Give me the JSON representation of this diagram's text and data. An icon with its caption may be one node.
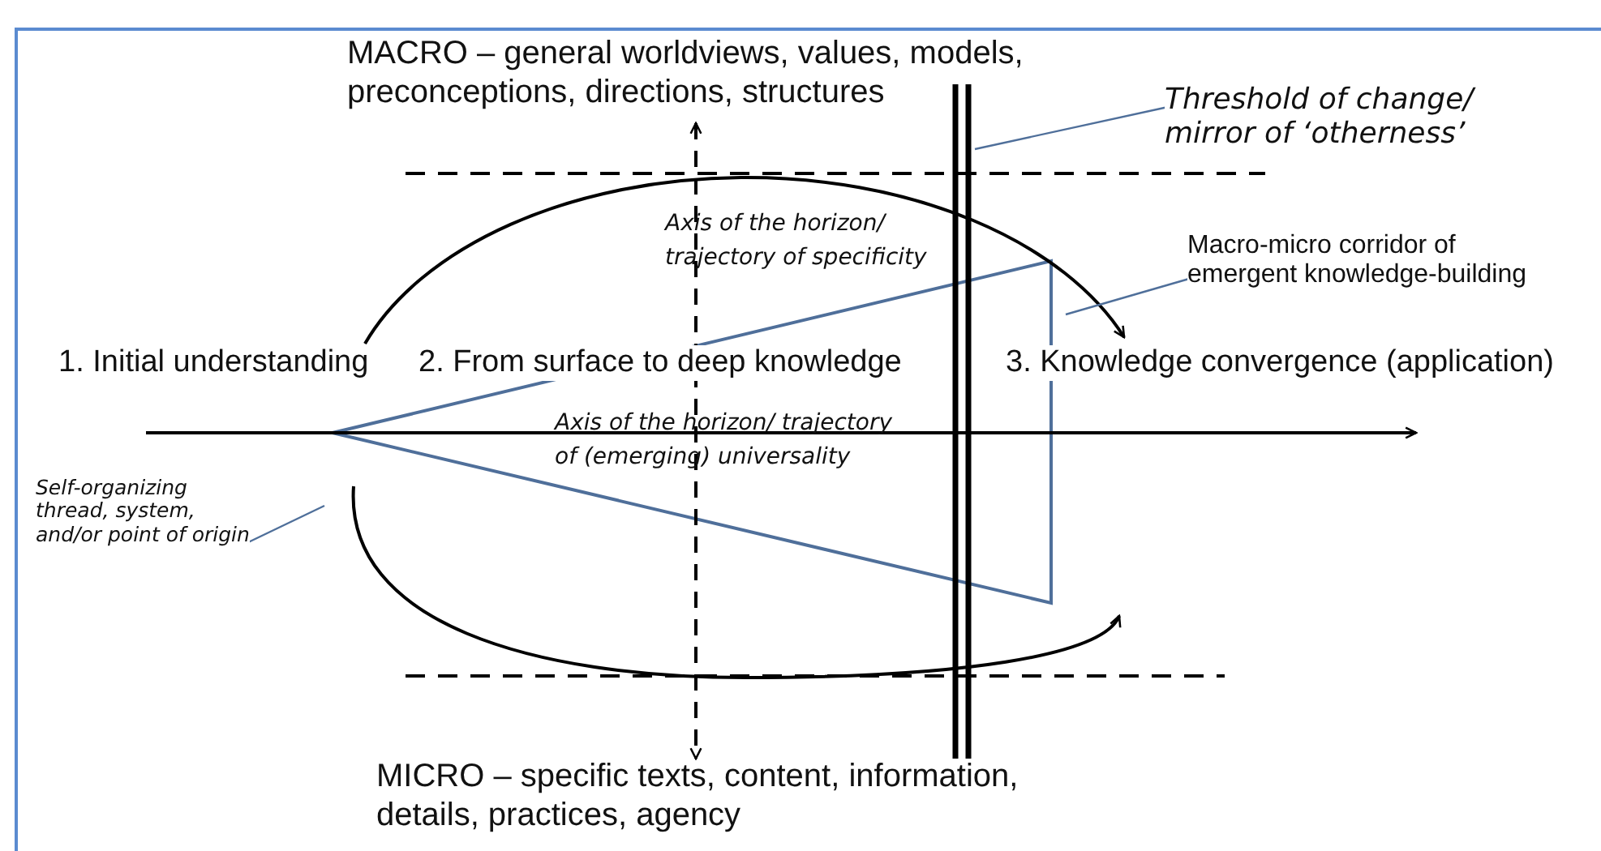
{
  "diagram": {
    "nodes": [
      {
        "text": [
          "1. Initial understanding"
        ]
      },
      {
        "text": [
          "2. From surface to deep knowledge"
        ]
      },
      {
        "text": [
          "3. Knowledge convergence (application)"
        ]
      },
      {
        "text": [
          "Threshold of change/ mirror of ‘otherness’"
        ]
      },
      {
        "text": [],
        "shape": "bar"
      },
      {
        "text": [
          "Macro-micro corridor of emergent knowledge-building"
        ]
      },
      {
        "text": [
          "Self-organizing thread, system, and/or point of origin"
        ]
      }
    ],
    "edges": [
      {
        "from": 0,
        "to": 2,
        "arrow": "to",
        "color": "#000000"
      },
      {
        "from": 3,
        "to": 4,
        "arrow": "none",
        "color": "#4f6f9a"
      },
      {
        "from": 5,
        "to": null,
        "arrow": "none",
        "color": "#4f6f9a"
      },
      {
        "from": 6,
        "to": null,
        "arrow": "none",
        "color": "#4f6f9a"
      }
    ],
    "labels": [
      "MACRO – general worldviews, values, models, preconceptions, directions, structures",
      "Axis of the horizon/ trajectory of specificity",
      "Axis of the horizon/ trajectory of (emerging) universality",
      "MICRO – specific texts, content, information, details, practices, agency"
    ]
  }
}
